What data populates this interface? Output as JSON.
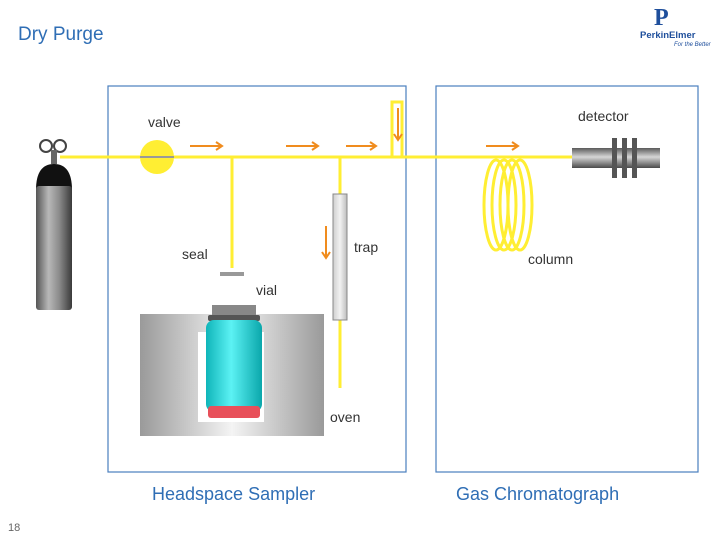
{
  "title": "Dry Purge",
  "page_number": "18",
  "logo": {
    "mark": "P",
    "name": "PerkinElmer",
    "tagline": "For the Better"
  },
  "labels": {
    "valve": "valve",
    "seal": "seal",
    "vial": "vial",
    "trap": "trap",
    "oven": "oven",
    "column": "column",
    "detector": "detector"
  },
  "sections": {
    "headspace": "Headspace Sampler",
    "gc": "Gas Chromatograph"
  },
  "colors": {
    "title": "#2f6eb5",
    "gas_line": "#ffee33",
    "flow_arrow": "#f08c1e",
    "box_border": "#4a7fbf",
    "vial_body": "#20d8dc",
    "vial_base": "#e8505a",
    "valve": "#ffee33"
  }
}
